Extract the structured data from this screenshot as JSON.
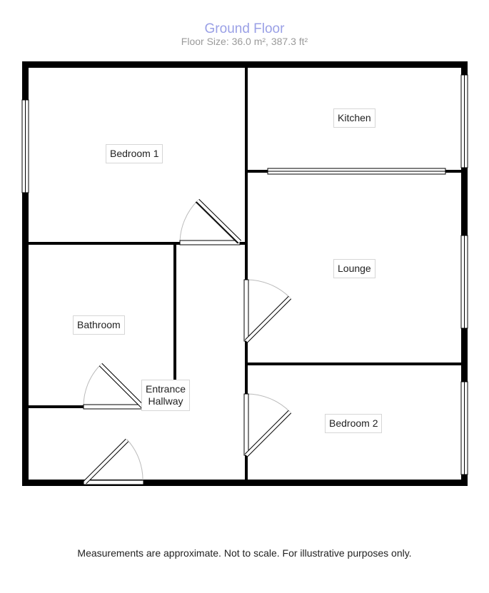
{
  "header": {
    "title": "Ground Floor",
    "floor_size": "Floor Size: 36.0 m², 387.3 ft²"
  },
  "rooms": {
    "kitchen": "Kitchen",
    "bedroom1": "Bedroom 1",
    "lounge": "Lounge",
    "bathroom": "Bathroom",
    "entrance_line1": "Entrance",
    "entrance_line2": "Hallway",
    "bedroom2": "Bedroom 2"
  },
  "footer": {
    "disclaimer": "Measurements are approximate. Not to scale. For illustrative purposes only."
  },
  "colors": {
    "title": "#9aa0e6",
    "subtitle": "#9a9a9a",
    "wall": "#000000"
  }
}
